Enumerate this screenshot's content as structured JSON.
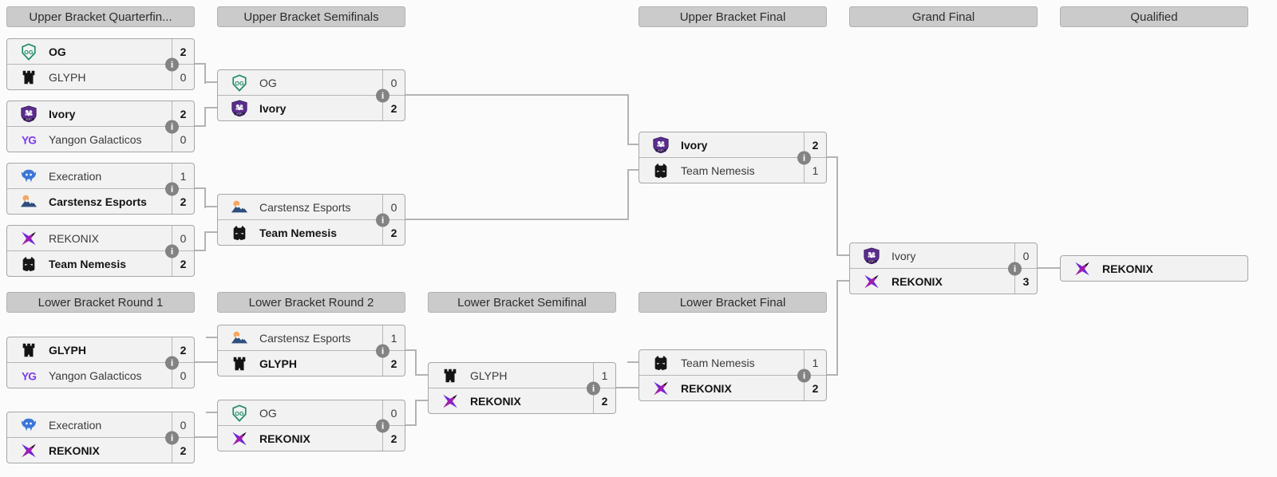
{
  "bracket": {
    "headers": [
      {
        "id": "ub-quarterfinals",
        "label": "Upper Bracket Quarterfin..."
      },
      {
        "id": "ub-semifinals",
        "label": "Upper Bracket Semifinals"
      },
      {
        "id": "ub-final",
        "label": "Upper Bracket Final"
      },
      {
        "id": "grand-final",
        "label": "Grand Final"
      },
      {
        "id": "qualified",
        "label": "Qualified"
      },
      {
        "id": "lb-round-1",
        "label": "Lower Bracket Round 1"
      },
      {
        "id": "lb-round-2",
        "label": "Lower Bracket Round 2"
      },
      {
        "id": "lb-semifinal",
        "label": "Lower Bracket Semifinal"
      },
      {
        "id": "lb-final",
        "label": "Lower Bracket Final"
      }
    ],
    "matches": [
      {
        "round": "Upper Bracket Quarterfinals",
        "top": {
          "name": "OG",
          "score": "2",
          "winner": true,
          "logo": "og-logo"
        },
        "bottom": {
          "name": "GLYPH",
          "score": "0",
          "winner": false,
          "logo": "glyph-logo"
        }
      },
      {
        "round": "Upper Bracket Quarterfinals",
        "top": {
          "name": "Ivory",
          "score": "2",
          "winner": true,
          "logo": "ivory-logo"
        },
        "bottom": {
          "name": "Yangon Galacticos",
          "score": "0",
          "winner": false,
          "logo": "yangon-galacticos-logo"
        }
      },
      {
        "round": "Upper Bracket Quarterfinals",
        "top": {
          "name": "Execration",
          "score": "1",
          "winner": false,
          "logo": "execration-logo"
        },
        "bottom": {
          "name": "Carstensz Esports",
          "score": "2",
          "winner": true,
          "logo": "carstensz-logo"
        }
      },
      {
        "round": "Upper Bracket Quarterfinals",
        "top": {
          "name": "REKONIX",
          "score": "0",
          "winner": false,
          "logo": "rekonix-logo"
        },
        "bottom": {
          "name": "Team Nemesis",
          "score": "2",
          "winner": true,
          "logo": "nemesis-logo"
        }
      },
      {
        "round": "Upper Bracket Semifinals",
        "top": {
          "name": "OG",
          "score": "0",
          "winner": false,
          "logo": "og-logo"
        },
        "bottom": {
          "name": "Ivory",
          "score": "2",
          "winner": true,
          "logo": "ivory-logo"
        }
      },
      {
        "round": "Upper Bracket Semifinals",
        "top": {
          "name": "Carstensz Esports",
          "score": "0",
          "winner": false,
          "logo": "carstensz-logo"
        },
        "bottom": {
          "name": "Team Nemesis",
          "score": "2",
          "winner": true,
          "logo": "nemesis-logo"
        }
      },
      {
        "round": "Upper Bracket Final",
        "top": {
          "name": "Ivory",
          "score": "2",
          "winner": true,
          "logo": "ivory-logo"
        },
        "bottom": {
          "name": "Team Nemesis",
          "score": "1",
          "winner": false,
          "logo": "nemesis-logo"
        }
      },
      {
        "round": "Grand Final",
        "top": {
          "name": "Ivory",
          "score": "0",
          "winner": false,
          "logo": "ivory-logo"
        },
        "bottom": {
          "name": "REKONIX",
          "score": "3",
          "winner": true,
          "logo": "rekonix-logo"
        }
      },
      {
        "round": "Lower Bracket Round 1",
        "top": {
          "name": "GLYPH",
          "score": "2",
          "winner": true,
          "logo": "glyph-logo"
        },
        "bottom": {
          "name": "Yangon Galacticos",
          "score": "0",
          "winner": false,
          "logo": "yangon-galacticos-logo"
        }
      },
      {
        "round": "Lower Bracket Round 1",
        "top": {
          "name": "Execration",
          "score": "0",
          "winner": false,
          "logo": "execration-logo"
        },
        "bottom": {
          "name": "REKONIX",
          "score": "2",
          "winner": true,
          "logo": "rekonix-logo"
        }
      },
      {
        "round": "Lower Bracket Round 2",
        "top": {
          "name": "Carstensz Esports",
          "score": "1",
          "winner": false,
          "logo": "carstensz-logo"
        },
        "bottom": {
          "name": "GLYPH",
          "score": "2",
          "winner": true,
          "logo": "glyph-logo"
        }
      },
      {
        "round": "Lower Bracket Round 2",
        "top": {
          "name": "OG",
          "score": "0",
          "winner": false,
          "logo": "og-logo"
        },
        "bottom": {
          "name": "REKONIX",
          "score": "2",
          "winner": true,
          "logo": "rekonix-logo"
        }
      },
      {
        "round": "Lower Bracket Semifinal",
        "top": {
          "name": "GLYPH",
          "score": "1",
          "winner": false,
          "logo": "glyph-logo"
        },
        "bottom": {
          "name": "REKONIX",
          "score": "2",
          "winner": true,
          "logo": "rekonix-logo"
        }
      },
      {
        "round": "Lower Bracket Final",
        "top": {
          "name": "Team Nemesis",
          "score": "1",
          "winner": false,
          "logo": "nemesis-logo"
        },
        "bottom": {
          "name": "REKONIX",
          "score": "2",
          "winner": true,
          "logo": "rekonix-logo"
        }
      }
    ],
    "qualified_team": {
      "name": "REKONIX",
      "logo": "rekonix-logo"
    }
  },
  "icons": {
    "info_glyph": "i"
  },
  "colors": {
    "header_bg": "#cbcbcb",
    "row_bg": "#f2f2f2",
    "box_border": "#a6a6a6",
    "connector_line": "#b3b3b3",
    "info_icon_bg": "#838383",
    "og_green": "#1d8a6a",
    "ivory_purple": "#5b2d8e",
    "yangon_violet": "#7c3aed",
    "execration_blue": "#3b76d9",
    "carstensz_navy": "#2f4e7e",
    "carstensz_sun": "#f5a662",
    "rekonix_purple": "#6d28d9",
    "rekonix_magenta": "#a21caf",
    "black_logo": "#161616"
  }
}
